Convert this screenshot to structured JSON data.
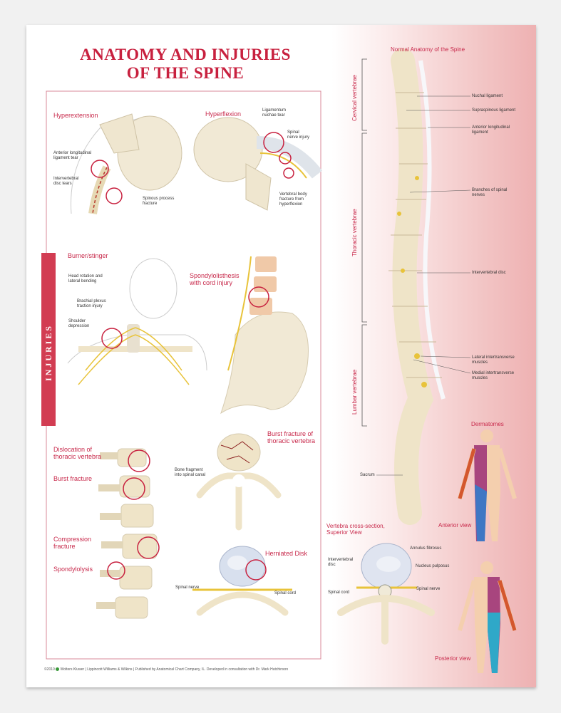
{
  "title": {
    "line1": "ANATOMY AND INJURIES",
    "line2": "OF THE SPINE"
  },
  "side_tab": "INJURIES",
  "colors": {
    "accent_red": "#c8213f",
    "bone": "#efe4c8",
    "nerve": "#e8c33a",
    "pink_bg": "#eeb1b2",
    "dermatome_blue": "#3f77c4",
    "dermatome_purple": "#a8457e"
  },
  "injuries": {
    "hyperextension": {
      "heading": "Hyperextension",
      "labels": [
        "Anterior longitudinal\nligament tear",
        "Intervertebral\ndisc tears",
        "Spinous process\nfracture"
      ]
    },
    "hyperflexion": {
      "heading": "Hyperflexion",
      "labels": [
        "Ligamentum\nnuchae tear",
        "Spinal\nnerve injury",
        "Vertebral body\nfracture from\nhyperflexion"
      ]
    },
    "burner": {
      "heading": "Burner/stinger",
      "labels": [
        "Head rotation and\nlateral bending",
        "Brachial plexus\ntraction injury",
        "Shoulder\ndepression"
      ]
    },
    "spondylolisthesis": {
      "heading": "Spondylolisthesis\nwith cord injury"
    },
    "lumbar": {
      "labels": [
        "Dislocation of\nthoracic vertebra",
        "Burst fracture",
        "Compression\nfracture",
        "Spondylolysis"
      ]
    },
    "burst_thoracic": {
      "heading": "Burst fracture of\nthoracic vertebra",
      "labels": [
        "Bone fragment\ninto spinal canal"
      ]
    },
    "herniated": {
      "heading": "Herniated Disk",
      "labels": [
        "Spinal nerve",
        "Spinal cord"
      ]
    }
  },
  "normal_anatomy": {
    "heading": "Normal Anatomy of the Spine",
    "regions": [
      "Cervical vertebrae",
      "Thoracic vertebrae",
      "Lumbar vertebrae"
    ],
    "labels": [
      "Nuchal ligament",
      "Supraspinous ligament",
      "Anterior longitudinal\nligament",
      "Branches of spinal\nnerves",
      "Intervertebral disc",
      "Lateral intertransverse\nmuscles",
      "Medial intertransverse\nmuscles",
      "Sacrum"
    ]
  },
  "cross_section": {
    "heading": "Vertebra cross-section,\nSuperior View",
    "labels": [
      "Annulus fibrosus",
      "Intervertebral\ndisc",
      "Nucleus pulposus",
      "Spinal  cord",
      "Spinal nerve"
    ]
  },
  "dermatomes": {
    "heading": "Dermatomes",
    "anterior": "Anterior view",
    "posterior": "Posterior view"
  },
  "footer": {
    "copyright": "©2010",
    "publisher_logo": "Wolters Kluwer",
    "imprint": "Lippincott Williams & Wilkins",
    "credit": "Published by Anatomical Chart Company, IL.  Developed in consultation with Dr. Mark Hutchinson"
  }
}
